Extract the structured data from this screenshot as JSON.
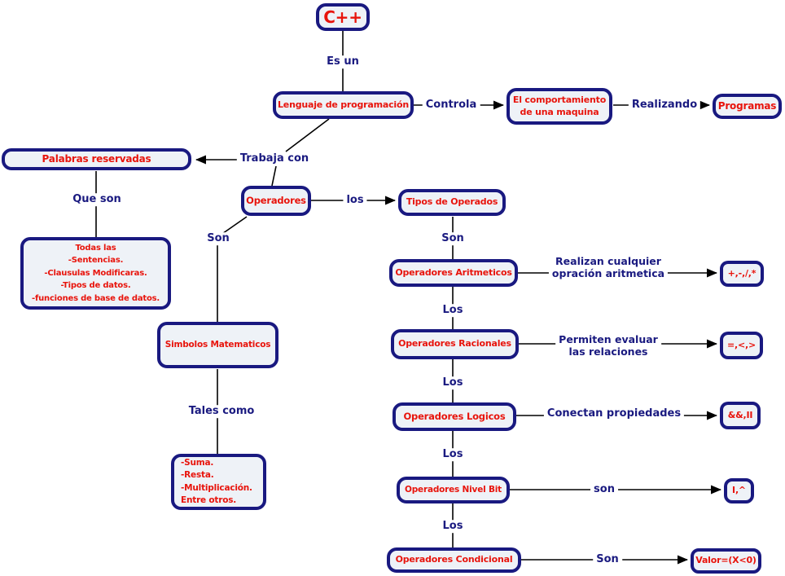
{
  "palette": {
    "background": "#ffffff",
    "node_border": "#191980",
    "node_fill": "#eef2f7",
    "node_text": "#e8140c",
    "label_text": "#1a1a80",
    "line": "#000000"
  },
  "nodes": {
    "cpp": "C++",
    "lenguaje": "Lenguaje de programación",
    "comportamiento": "El comportamiento\nde una maquina",
    "programas": "Programas",
    "palabras": "Palabras reservadas",
    "operadores": "Operadores",
    "tipos": "Tipos de Operados",
    "todas": "Todas las\n-Sentencias.\n-Clausulas Modificaras.\n-Tipos de datos.\n-funciones de base de datos.",
    "simbolos": "Simbolos Matematicos",
    "suma": "-Suma.\n-Resta.\n-Multiplicación.\nEntre otros.",
    "aritmeticos": "Operadores Aritmeticos",
    "aritmeticos_symbols": "+,-,/,*",
    "racionales": "Operadores Racionales",
    "racionales_symbols": "=,<,>",
    "logicos": "Operadores Logicos",
    "logicos_symbols": "&&,II",
    "nivel_bit": "Operadores Nivel Bit",
    "nivel_bit_symbols": "I,^",
    "condicional": "Operadores Condicional",
    "condicional_symbols": "Valor=(X<0)"
  },
  "edge_labels": {
    "es_un": "Es un",
    "controla": "Controla",
    "realizando": "Realizando",
    "trabaja_con": "Trabaja con",
    "que_son": "Que son",
    "los_tipos": "los",
    "son_left": "Son",
    "son_right": "Son",
    "tales_como": "Tales como",
    "los_1": "Los",
    "los_2": "Los",
    "los_3": "Los",
    "los_4": "Los",
    "realizan": "Realizan cualquier\nopración aritmetica",
    "permiten": "Permiten evaluar\nlas relaciones",
    "conectan": "Conectan propiedades",
    "son_bit": "son",
    "son_cond": "Son"
  }
}
